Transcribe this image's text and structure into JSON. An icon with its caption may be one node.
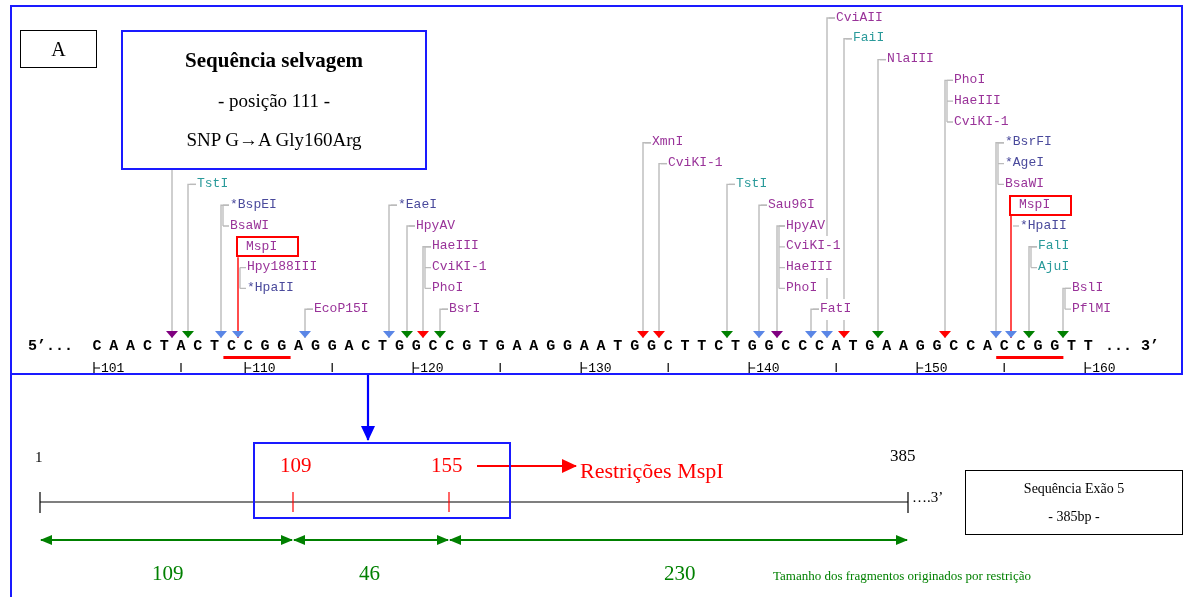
{
  "diagram": {
    "nodes": [
      {
        "text": [],
        "shape": "box"
      },
      {
        "text": [
          "A"
        ],
        "in": 0
      },
      {
        "text": [
          "Sequência selvagem",
          "- posição 111 -",
          "SNP G→A Gly160Arg"
        ],
        "in": 0
      },
      {
        "text": [
          "TstI"
        ],
        "in": 0
      },
      {
        "text": [
          "*BspEI",
          "BsaWI"
        ],
        "in": 0
      },
      {
        "text": [
          "MspI",
          "Hpy188III",
          "*HpaII"
        ],
        "in": 0
      },
      {
        "text": [
          "EcoP15I"
        ],
        "in": 0
      },
      {
        "text": [
          "*EaeI"
        ],
        "in": 0
      },
      {
        "text": [
          "HpyAV"
        ],
        "in": 0
      },
      {
        "text": [
          "HaeIII",
          "CviKI-1",
          "PhoI"
        ],
        "in": 0
      },
      {
        "text": [
          "BsrI"
        ],
        "in": 0
      },
      {
        "text": [
          "XmnI"
        ],
        "in": 0
      },
      {
        "text": [
          "CviKI-1"
        ],
        "in": 0
      },
      {
        "text": [
          "TstI"
        ],
        "in": 0
      },
      {
        "text": [
          "Sau96I"
        ],
        "in": 0
      },
      {
        "text": [
          "HpyAV",
          "CviKI-1",
          "HaeIII",
          "PhoI"
        ],
        "in": 0
      },
      {
        "text": [
          "FatI"
        ],
        "in": 0
      },
      {
        "text": [
          "CviAII"
        ],
        "in": 0
      },
      {
        "text": [
          "FaiI"
        ],
        "in": 0
      },
      {
        "text": [
          "NlaIII"
        ],
        "in": 0
      },
      {
        "text": [
          "PhoI",
          "HaeIII",
          "CviKI-1"
        ],
        "in": 0
      },
      {
        "text": [
          "*BsrFI",
          "*AgeI",
          "BsaWI"
        ],
        "in": 0
      },
      {
        "text": [
          "MspI",
          "*HpaII"
        ],
        "in": 0
      },
      {
        "text": [
          "FalI",
          "AjuI"
        ],
        "in": 0
      },
      {
        "text": [
          "BslI",
          "PflMI"
        ],
        "in": 0
      },
      {
        "text": [],
        "shape": "box"
      },
      {
        "text": [
          "109"
        ],
        "in": 25
      },
      {
        "text": [
          "155"
        ],
        "in": 25
      },
      {
        "text": [
          "Restrições MspI"
        ]
      },
      {
        "text": [
          "Sequência Exão 5",
          "- 385bp -"
        ]
      },
      {
        "text": [
          "CAACTACTCCGGAGGACTGGCCGTGAAGGAATGGCTTCTGGCCCATGAAGGCCACCGGTT"
        ],
        "in": 0
      }
    ],
    "edges": [
      {
        "from": 2,
        "to": 30,
        "arrow": "to"
      },
      {
        "from": 3,
        "to": 30,
        "arrow": "to"
      },
      {
        "from": 4,
        "to": 30,
        "arrow": "to"
      },
      {
        "from": 5,
        "to": 30,
        "arrow": "to",
        "color": "#ff0000"
      },
      {
        "from": 6,
        "to": 30,
        "arrow": "to"
      },
      {
        "from": 7,
        "to": 30,
        "arrow": "to"
      },
      {
        "from": 8,
        "to": 30,
        "arrow": "to"
      },
      {
        "from": 9,
        "to": 30,
        "arrow": "to"
      },
      {
        "from": 10,
        "to": 30,
        "arrow": "to"
      },
      {
        "from": 11,
        "to": 30,
        "arrow": "to"
      },
      {
        "from": 12,
        "to": 30,
        "arrow": "to"
      },
      {
        "from": 13,
        "to": 30,
        "arrow": "to"
      },
      {
        "from": 14,
        "to": 30,
        "arrow": "to"
      },
      {
        "from": 15,
        "to": 30,
        "arrow": "to"
      },
      {
        "from": 16,
        "to": 30,
        "arrow": "to"
      },
      {
        "from": 17,
        "to": 30,
        "arrow": "to"
      },
      {
        "from": 18,
        "to": 30,
        "arrow": "to"
      },
      {
        "from": 19,
        "to": 30,
        "arrow": "to"
      },
      {
        "from": 20,
        "to": 30,
        "arrow": "to"
      },
      {
        "from": 21,
        "to": 30,
        "arrow": "to"
      },
      {
        "from": 22,
        "to": 30,
        "arrow": "to",
        "color": "#ff0000"
      },
      {
        "from": 23,
        "to": 30,
        "arrow": "to"
      },
      {
        "from": 24,
        "to": 30,
        "arrow": "to"
      },
      {
        "from": 0,
        "to": 25,
        "arrow": "to",
        "color": "#0000ff"
      },
      {
        "from": 27,
        "to": 28,
        "arrow": "to",
        "color": "#ff0000"
      }
    ],
    "labels": [
      "5’...",
      "... 3’",
      "101",
      "110",
      "120",
      "130",
      "140",
      "150",
      "160",
      "1",
      "385",
      "….3’",
      "109",
      "46",
      "230",
      "Tamanho dos fragmentos originados por restrição"
    ]
  }
}
